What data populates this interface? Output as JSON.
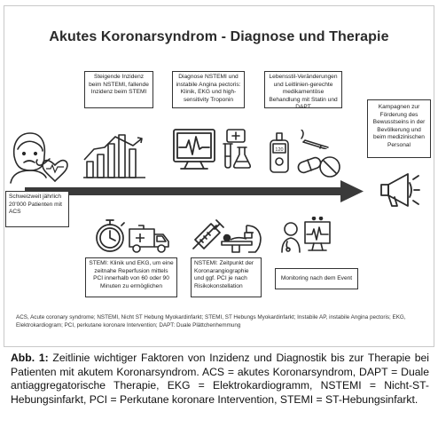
{
  "title": "Akutes Koronarsyndrom - Diagnose und Therapie",
  "boxes": {
    "incidence": "Steigende Inzidenz beim NSTEMI, fallende Inzidenz beim STEMI",
    "diagnosis_nstemi": "Diagnose NSTEMI und instabile Angina pectoris: Klinik, EKG und high-sensitivity Troponin",
    "lifestyle": "Lebensstil-Veränderungen und Leitlinien-gerechte medikamentöse Behandlung mit Statin und DAPT",
    "campaigns": "Kampagnen zur Förderung des Bewusstseins in der Bevölkerung und beim medizinischen Personal",
    "swiss": "Schweizweit jährlich 20'000 Patienten mit ACS",
    "stemi": "STEMI: Klinik und EKG, um eine zeitnahe Reperfusion mittels PCI innerhalb von 60 oder 90 Minuten zu ermöglichen",
    "nstemi_timing": "NSTEMI: Zeitpunkt der Koronarangiographie und ggf. PCI je nach Risikokonstellation",
    "monitoring": "Monitoring nach dem Event"
  },
  "icons": {
    "patient": "sick-patient-icon",
    "heart": "heart-icon",
    "bar_chart": "bar-chart-icon",
    "ecg_monitor": "ecg-monitor-icon",
    "lab": "lab-test-icon",
    "glucometer": "glucometer-icon",
    "cigarette": "no-smoking-icon",
    "pills": "pills-icon",
    "megaphone": "megaphone-icon",
    "stopwatch": "stopwatch-icon",
    "ambulance": "ambulance-icon",
    "syringe": "syringe-icon",
    "cath_lab": "cath-lab-icon",
    "monitoring": "doctor-monitoring-icon"
  },
  "footnote": "ACS, Acute coronary syndrome; NSTEMI, Nicht ST Hebung Myokardinfarkt; STEMI, ST Hebungs Myokardinfarkt; Instabile AP, instabile Angina pectoris; EKG, Elektrokardiogram; PCI, perkutane koronare Intervention; DAPT: Duale Plättchenhemmung",
  "caption": {
    "label": "Abb. 1:",
    "text": "Zeitlinie wichtiger Faktoren von Inzidenz und Diagnostik bis zur Therapie bei Patienten mit akutem Koronarsyndrom. ACS = akutes Koronarsyndrom, DAPT = Duale antiaggregatorische Therapie, EKG = Elektrokardiogramm, NSTEMI = Nicht-ST-Hebungsinfarkt, PCI = Perkutane koronare Intervention, STEMI = ST-Hebungsinfarkt."
  },
  "colors": {
    "arrow": "#3a3a3a",
    "stroke": "#2a2a2a",
    "border": "#c9c9c9"
  }
}
